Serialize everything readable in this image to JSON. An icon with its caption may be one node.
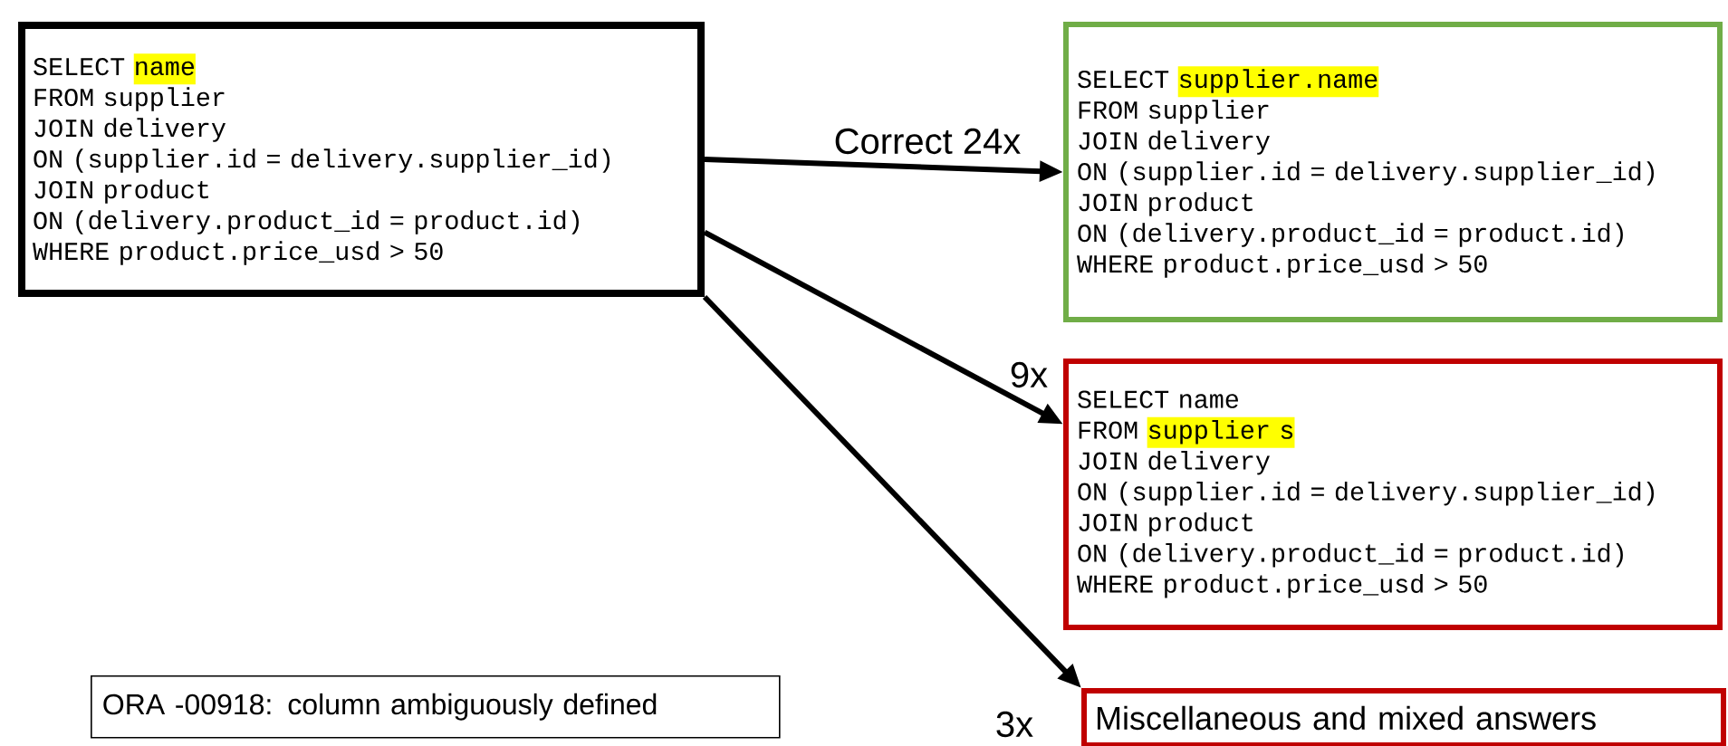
{
  "diagram": {
    "nodes": [
      {
        "text": [
          "SELECT",
          "name",
          "FROM supplier",
          "JOIN delivery",
          "ON (supplier.id = delivery.supplier_id)",
          "JOIN product",
          "ON (delivery.product_id = product.id)",
          "WHERE product.price_usd > 50"
        ]
      },
      {
        "text": [
          "SELECT",
          "supplier.name",
          "FROM supplier",
          "JOIN delivery",
          "ON (supplier.id = delivery.supplier_id)",
          "JOIN product",
          "ON (delivery.product_id = product.id)",
          "WHERE product.price_usd > 50"
        ]
      },
      {
        "text": [
          "SELECT name",
          "FROM",
          "supplier s",
          "JOIN delivery",
          "ON (supplier.id = delivery.supplier_id)",
          "JOIN product",
          "ON (delivery.product_id = product.id)",
          "WHERE product.price_usd > 50"
        ]
      },
      {
        "text": [
          "Miscellaneous and mixed answers"
        ]
      },
      {
        "text": [
          "ORA -00918: column ambiguously defined"
        ]
      }
    ],
    "edges": [
      {
        "from": 0,
        "to": 1,
        "arrow": "to",
        "label": "Correct 24x"
      },
      {
        "from": 0,
        "to": 2,
        "arrow": "to",
        "label": "9x"
      },
      {
        "from": 0,
        "to": 3,
        "arrow": "to",
        "label": "3x"
      }
    ]
  }
}
